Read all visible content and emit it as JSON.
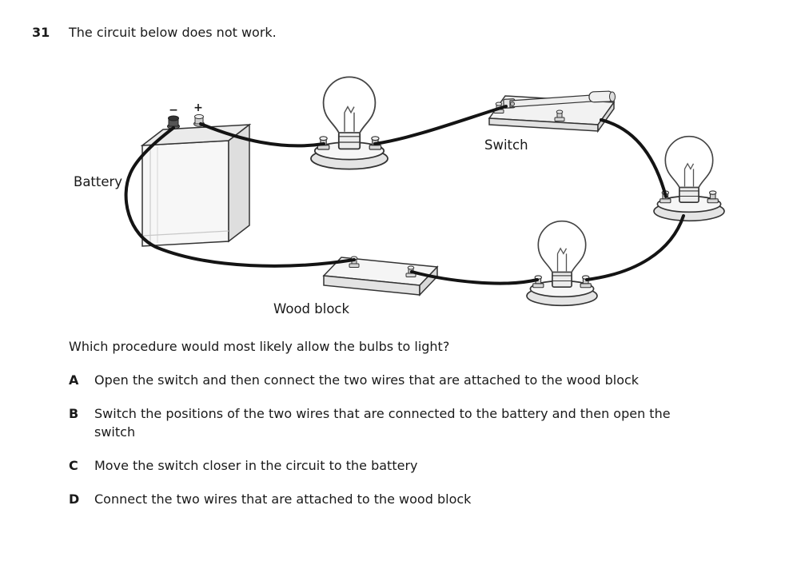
{
  "question": {
    "number": "31",
    "stem": "The circuit below does not work.",
    "prompt": "Which procedure would most likely allow the bulbs to light?"
  },
  "diagram": {
    "battery_label": "Battery",
    "switch_label": "Switch",
    "wood_block_label": "Wood block",
    "battery_minus": "−",
    "battery_plus": "+"
  },
  "choices": [
    {
      "letter": "A",
      "text": "Open the switch and then connect the two wires that are attached to the wood block"
    },
    {
      "letter": "B",
      "text": "Switch the positions of the two wires that are connected to the battery and then open the switch"
    },
    {
      "letter": "C",
      "text": "Move the switch closer in the circuit to the battery"
    },
    {
      "letter": "D",
      "text": "Connect the two wires that are attached to the wood block"
    }
  ]
}
